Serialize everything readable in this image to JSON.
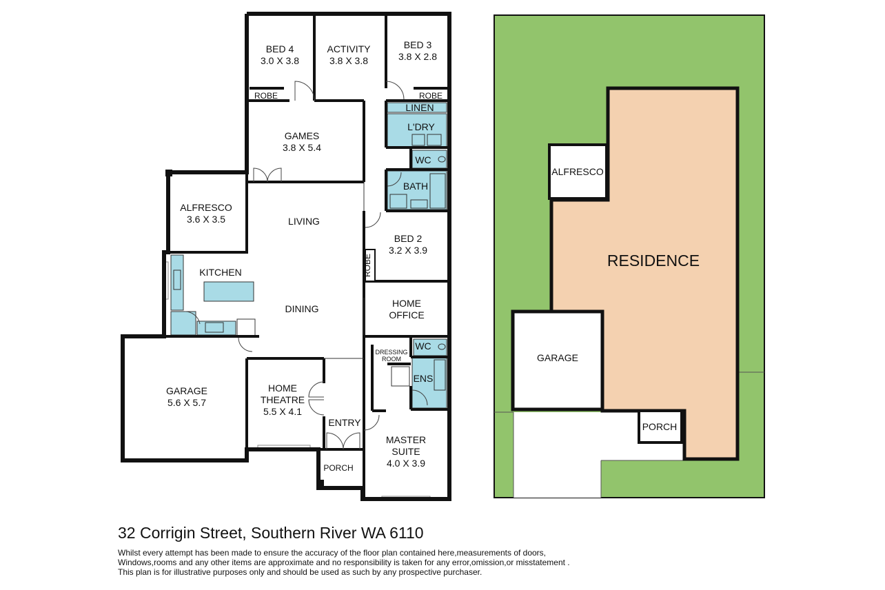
{
  "floor_plan": {
    "rooms": {
      "bed4": {
        "name": "BED 4",
        "dims": "3.0 X 3.8"
      },
      "activity": {
        "name": "ACTIVITY",
        "dims": "3.8 X 3.8"
      },
      "bed3": {
        "name": "BED 3",
        "dims": "3.8 X 2.8"
      },
      "robe_left": "ROBE",
      "robe_right": "ROBE",
      "linen": "LINEN",
      "laundry": "L'DRY",
      "wc_top": "WC",
      "games": {
        "name": "GAMES",
        "dims": "3.8 X 5.4"
      },
      "bath": "BATH",
      "alfresco": {
        "name": "ALFRESCO",
        "dims": "3.6 X 3.5"
      },
      "living": "LIVING",
      "bed2": {
        "name": "BED 2",
        "dims": "3.2 X 3.9"
      },
      "robe_bed2": "ROBE",
      "kitchen": "KITCHEN",
      "dining": "DINING",
      "home_office": {
        "line1": "HOME",
        "line2": "OFFICE"
      },
      "dressing_room": {
        "line1": "DRESSING",
        "line2": "ROOM"
      },
      "wc_ens": "WC",
      "ens": "ENS",
      "garage": {
        "name": "GARAGE",
        "dims": "5.6 X 5.7"
      },
      "home_theatre": {
        "line1": "HOME",
        "line2": "THEATRE",
        "dims": "5.5 X 4.1"
      },
      "entry": "ENTRY",
      "master_suite": {
        "line1": "MASTER",
        "line2": "SUITE",
        "dims": "4.0 X 3.9"
      },
      "porch": "PORCH"
    }
  },
  "site_plan": {
    "alfresco": "ALFRESCO",
    "residence": "RESIDENCE",
    "garage": "GARAGE",
    "porch": "PORCH",
    "colors": {
      "lawn": "#92c46c",
      "residence": "#f4d1b0",
      "paving": "#ffffff"
    }
  },
  "footer": {
    "address": "32 Corrigin Street, Southern River WA 6110",
    "disclaimer": [
      "Whilst every attempt has been made to ensure the accuracy of the floor plan contained here,measurements of doors,",
      "Windows,rooms and any other items are approximate and no responsibility is taken for any error,omission,or misstatement .",
      "This plan is for illustrative purposes only and should be used as such by any prospective purchaser."
    ]
  }
}
